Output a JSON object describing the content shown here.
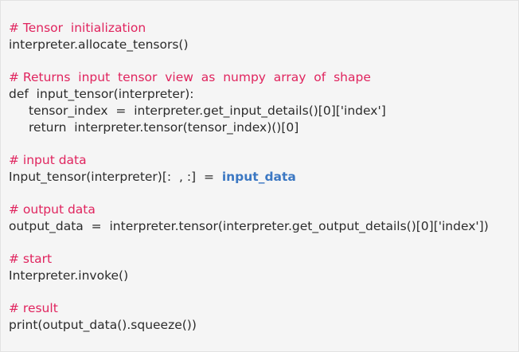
{
  "colors": {
    "comment": "#e0245e",
    "text": "#2b2b2b",
    "highlight": "#3c78c3",
    "background": "#f5f5f5"
  },
  "code": {
    "c1": "# Tensor  initialization",
    "l1": "interpreter.allocate_tensors()",
    "c2": "# Returns  input  tensor  view  as  numpy  array  of  shape",
    "l2": "def  input_tensor(interpreter):",
    "l3": "tensor_index  =  interpreter.get_input_details()[0]['index']",
    "l4": "return  interpreter.tensor(tensor_index)()[0]",
    "c3": "# input data",
    "l5a": "Input_tensor(interpreter)[:  , :]  =  ",
    "l5b": "input_data",
    "c4": "# output data",
    "l6": "output_data  =  interpreter.tensor(interpreter.get_output_details()[0]['index'])",
    "c5": "# start",
    "l7": "Interpreter.invoke()",
    "c6": "# result",
    "l8": "print(output_data().squeeze())"
  }
}
